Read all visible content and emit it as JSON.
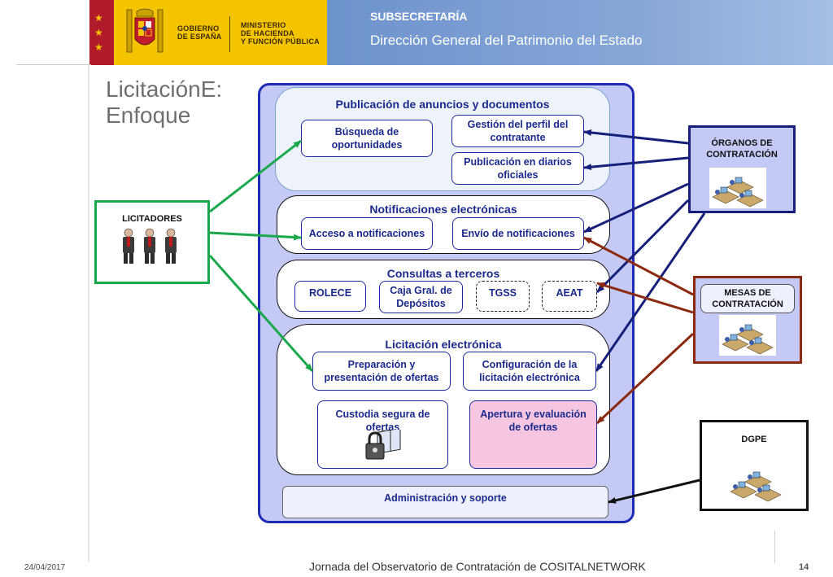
{
  "header": {
    "gov_line1": "GOBIERNO",
    "gov_line2": "DE ESPAÑA",
    "min_line1": "MINISTERIO",
    "min_line2": "DE HACIENDA",
    "min_line3": "Y FUNCIÓN PÚBLICA",
    "subsecretaria": "SUBSECRETARÍA",
    "direccion": "Dirección General del Patrimonio del Estado"
  },
  "slide": {
    "title_line1": "LicitaciónE:",
    "title_line2": "Enfoque"
  },
  "sections": {
    "publicacion": {
      "title": "Publicación de anuncios y documentos",
      "busqueda": "Búsqueda de oportunidades",
      "gestion": "Gestión del perfil del contratante",
      "diarios": "Publicación en diarios oficiales"
    },
    "notificaciones": {
      "title": "Notificaciones electrónicas",
      "acceso": "Acceso a notificaciones",
      "envio": "Envío de notificaciones"
    },
    "consultas": {
      "title": "Consultas a terceros",
      "rolece": "ROLECE",
      "caja": "Caja Gral. de Depósitos",
      "tgss": "TGSS",
      "aeat": "AEAT"
    },
    "licitacion": {
      "title": "Licitación electrónica",
      "preparacion": "Preparación y presentación de ofertas",
      "configuracion": "Configuración de la licitación electrónica",
      "custodia": "Custodia segura de ofertas",
      "apertura": "Apertura y evaluación de ofertas"
    },
    "administracion": "Administración y soporte"
  },
  "side": {
    "licitadores": "LICITADORES",
    "organos": "ÓRGANOS DE CONTRATACIÓN",
    "mesas": "MESAS DE CONTRATACIÓN",
    "dgpe": "DGPE"
  },
  "footer": {
    "date": "24/04/2017",
    "event": "Jornada del Observatorio de Contratación de COSITALNETWORK",
    "page": "14"
  },
  "colors": {
    "header_blue": "#6d93cc",
    "header_yellow": "#f5c400",
    "panel_fill": "#c5c9f5",
    "panel_border": "#1e2bb5",
    "arrow_green": "#1aa84d",
    "arrow_navy": "#16207a",
    "arrow_brown": "#8b2a0e",
    "licitadores_border": "#1aa84d",
    "organos_border": "#1a1e7a",
    "mesas_border": "#8b2a0e",
    "pink_fill": "#f6c6e1"
  }
}
